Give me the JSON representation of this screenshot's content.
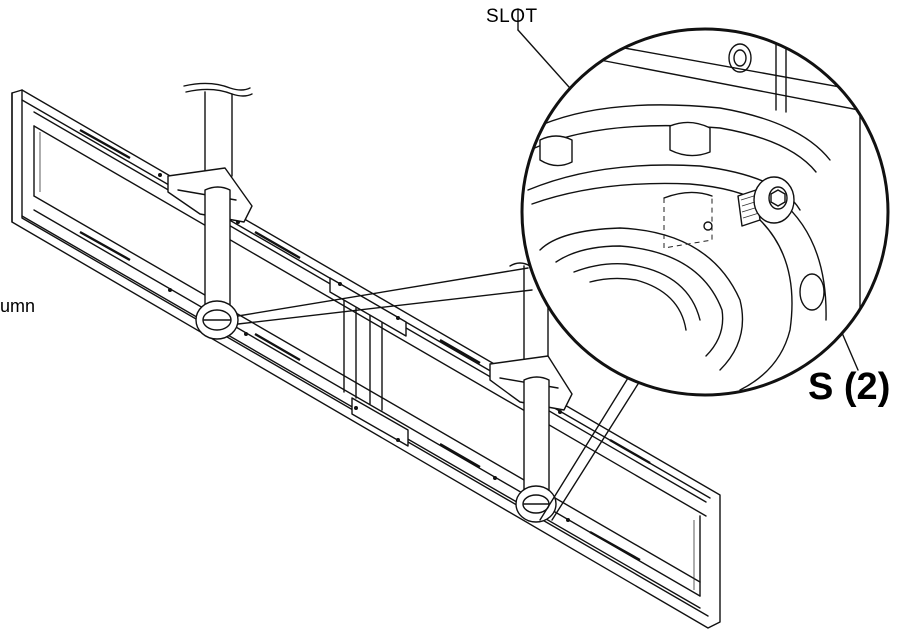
{
  "labels": {
    "slot": "SLOT",
    "screws": "S (2)",
    "column_partial": "umn"
  }
}
